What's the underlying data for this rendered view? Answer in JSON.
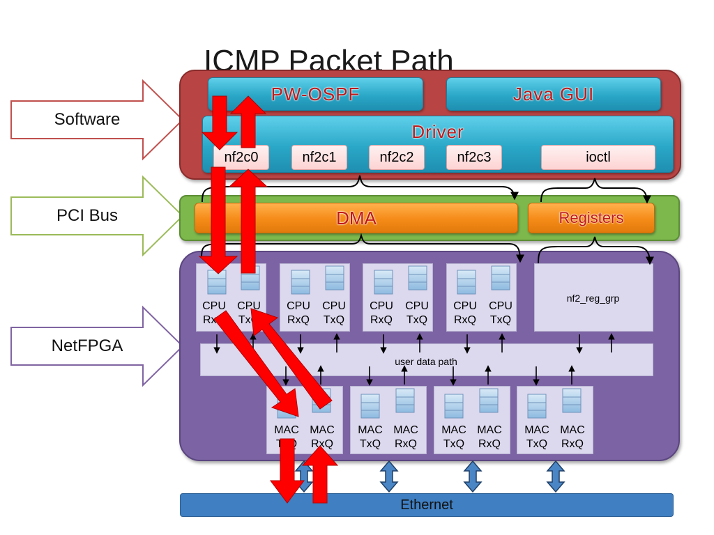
{
  "title": "ICMP Packet Path",
  "side_labels": {
    "software": "Software",
    "pci_bus": "PCI Bus",
    "netfpga": "NetFPGA"
  },
  "colors": {
    "software_arrow": "#c0504d",
    "pci_arrow": "#9bbb59",
    "netfpga_arrow": "#8064a2",
    "packet_arrow": "#ff0000",
    "ethernet": "#3f7fc2"
  },
  "software": {
    "pw_ospf": "PW-OSPF",
    "java_gui": "Java GUI",
    "driver": "Driver",
    "interfaces": [
      "nf2c0",
      "nf2c1",
      "nf2c2",
      "nf2c3"
    ],
    "ioctl": "ioctl"
  },
  "pci": {
    "dma": "DMA",
    "registers": "Registers"
  },
  "netfpga": {
    "cpu_queues": [
      {
        "rx": "CPU RxQ",
        "tx": "CPU TxQ"
      },
      {
        "rx": "CPU RxQ",
        "tx": "CPU TxQ"
      },
      {
        "rx": "CPU RxQ",
        "tx": "CPU TxQ"
      },
      {
        "rx": "CPU RxQ",
        "tx": "CPU TxQ"
      }
    ],
    "reg_group": "nf2_reg_grp",
    "user_data_path": "user data path",
    "mac_queues": [
      {
        "tx": "MAC TxQ",
        "rx": "MAC RxQ"
      },
      {
        "tx": "MAC TxQ",
        "rx": "MAC RxQ"
      },
      {
        "tx": "MAC TxQ",
        "rx": "MAC RxQ"
      },
      {
        "tx": "MAC TxQ",
        "rx": "MAC RxQ"
      }
    ]
  },
  "ethernet": "Ethernet"
}
